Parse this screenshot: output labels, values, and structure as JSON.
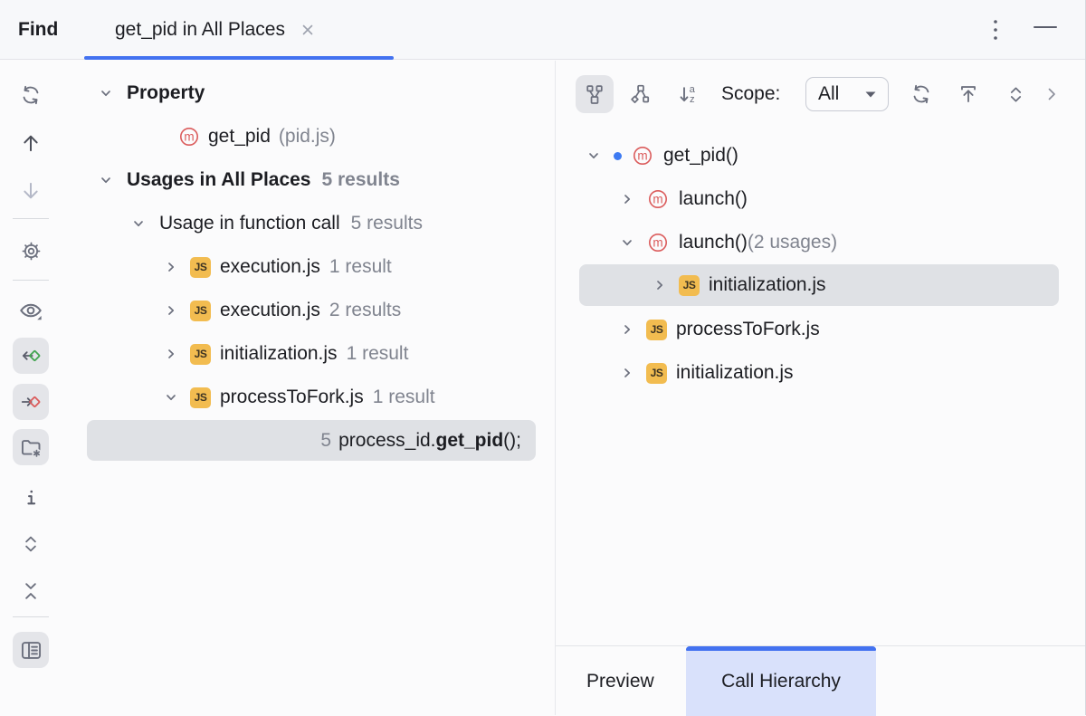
{
  "colors": {
    "accent": "#4372F0",
    "selection_bg": "#DFE1E5",
    "active_tab_bg": "#D9E1FB",
    "gray_text": "#80848F",
    "method_red": "#DB5C5C",
    "js_badge_bg": "#F2BC50",
    "nav_green": "#43A551"
  },
  "header": {
    "window_title": "Find",
    "tab_label": "get_pid in All Places"
  },
  "icons": {
    "method_glyph": "m",
    "js_glyph": "JS",
    "sort_a": "a",
    "sort_z": "z"
  },
  "scope": {
    "label": "Scope:",
    "value": "All"
  },
  "usages": {
    "rows": [
      {
        "text": "Property"
      },
      {
        "text": "get_pid",
        "suffix": "(pid.js)"
      },
      {
        "text": "Usages in All Places",
        "count": "5 results"
      },
      {
        "text": "Usage in function call",
        "count": "5 results"
      },
      {
        "text": "execution.js",
        "count": "1 result"
      },
      {
        "text": "execution.js",
        "count": "2 results"
      },
      {
        "text": "initialization.js",
        "count": "1 result"
      },
      {
        "text": "processToFork.js",
        "count": "1 result"
      },
      {
        "line_number": "5",
        "code_pre": "process_id.",
        "code_match": "get_pid",
        "code_post": "();"
      }
    ]
  },
  "hierarchy": {
    "rows": [
      {
        "text": "get_pid()"
      },
      {
        "text": "launch()"
      },
      {
        "text": "launch()",
        "count": "(2 usages)"
      },
      {
        "text": "initialization.js"
      },
      {
        "text": "processToFork.js"
      },
      {
        "text": "initialization.js"
      }
    ]
  },
  "bottom_tabs": {
    "preview": "Preview",
    "call_hierarchy": "Call Hierarchy"
  }
}
